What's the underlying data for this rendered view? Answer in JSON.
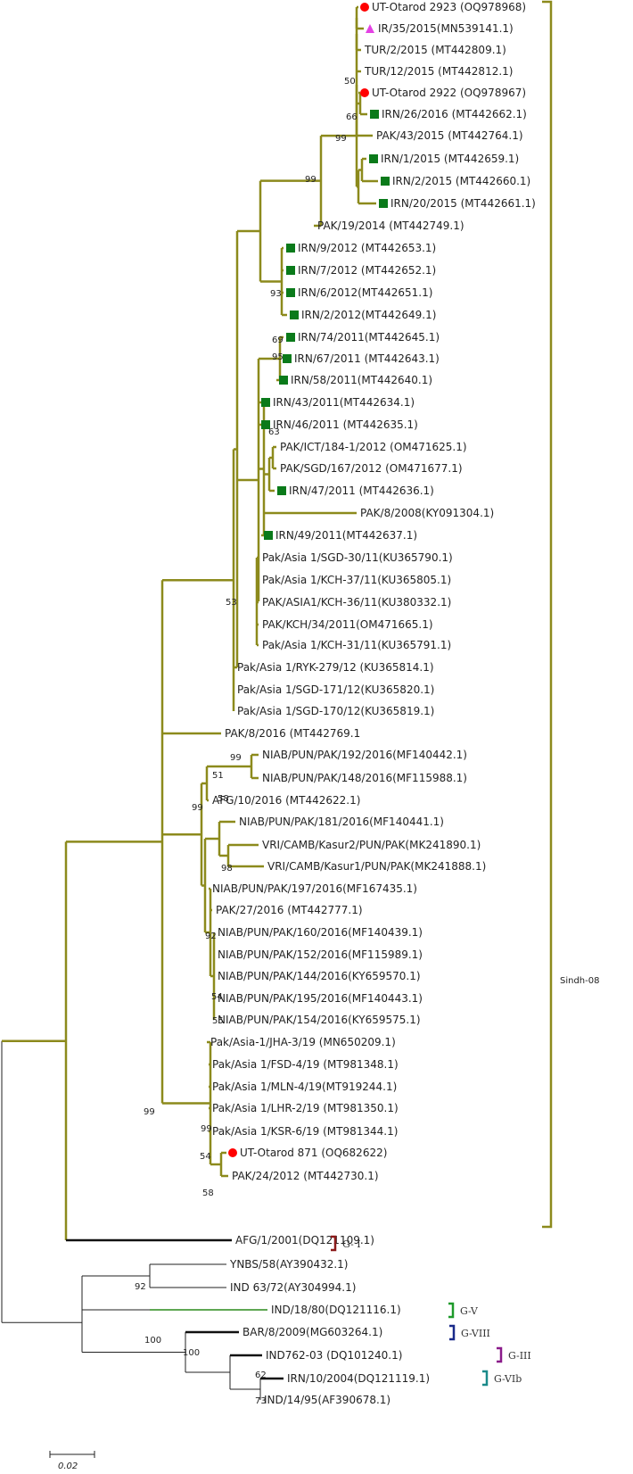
{
  "colors": {
    "olive": "#8c8a1c",
    "black": "#111111",
    "green": "#2a8a1a",
    "thin": "#222222",
    "red_circle": "#ff0000",
    "magenta_triangle": "#e442e4",
    "green_square": "#0a7a1a"
  },
  "tree": {
    "leaves": [
      {
        "label": "UT-Otarod 2923 (OQ978968)",
        "marker": "circle"
      },
      {
        "label": "IR/35/2015(MN539141.1)",
        "marker": "triangle"
      },
      {
        "label": "TUR/2/2015 (MT442809.1)",
        "marker": ""
      },
      {
        "label": "TUR/12/2015 (MT442812.1)",
        "marker": ""
      },
      {
        "label": "UT-Otarod 2922 (OQ978967)",
        "marker": "circle"
      },
      {
        "label": "IRN/26/2016 (MT442662.1)",
        "marker": "square"
      },
      {
        "label": "PAK/43/2015 (MT442764.1)",
        "marker": ""
      },
      {
        "label": "IRN/1/2015 (MT442659.1)",
        "marker": "square"
      },
      {
        "label": "IRN/2/2015 (MT442660.1)",
        "marker": "square"
      },
      {
        "label": "IRN/20/2015 (MT442661.1)",
        "marker": "square"
      },
      {
        "label": "PAK/19/2014 (MT442749.1)",
        "marker": ""
      },
      {
        "label": "IRN/9/2012 (MT442653.1)",
        "marker": "square"
      },
      {
        "label": "IRN/7/2012 (MT442652.1)",
        "marker": "square"
      },
      {
        "label": "IRN/6/2012(MT442651.1)",
        "marker": "square"
      },
      {
        "label": "IRN/2/2012(MT442649.1)",
        "marker": "square"
      },
      {
        "label": "IRN/74/2011(MT442645.1)",
        "marker": "square"
      },
      {
        "label": "IRN/67/2011 (MT442643.1)",
        "marker": "square"
      },
      {
        "label": "IRN/58/2011(MT442640.1)",
        "marker": "square"
      },
      {
        "label": "IRN/43/2011(MT442634.1)",
        "marker": "square"
      },
      {
        "label": "IRN/46/2011 (MT442635.1)",
        "marker": "square"
      },
      {
        "label": "PAK/ICT/184-1/2012 (OM471625.1)",
        "marker": ""
      },
      {
        "label": "PAK/SGD/167/2012 (OM471677.1)",
        "marker": ""
      },
      {
        "label": "IRN/47/2011 (MT442636.1)",
        "marker": "square"
      },
      {
        "label": "PAK/8/2008(KY091304.1)",
        "marker": ""
      },
      {
        "label": "IRN/49/2011(MT442637.1)",
        "marker": "square"
      },
      {
        "label": "Pak/Asia 1/SGD-30/11(KU365790.1)",
        "marker": ""
      },
      {
        "label": "Pak/Asia 1/KCH-37/11(KU365805.1)",
        "marker": ""
      },
      {
        "label": "PAK/ASIA1/KCH-36/11(KU380332.1)",
        "marker": ""
      },
      {
        "label": "PAK/KCH/34/2011(OM471665.1)",
        "marker": ""
      },
      {
        "label": "Pak/Asia 1/KCH-31/11(KU365791.1)",
        "marker": ""
      },
      {
        "label": "Pak/Asia 1/RYK-279/12 (KU365814.1)",
        "marker": ""
      },
      {
        "label": "Pak/Asia 1/SGD-171/12(KU365820.1)",
        "marker": ""
      },
      {
        "label": "Pak/Asia 1/SGD-170/12(KU365819.1)",
        "marker": ""
      },
      {
        "label": "PAK/8/2016 (MT442769.1",
        "marker": ""
      },
      {
        "label": "NIAB/PUN/PAK/192/2016(MF140442.1)",
        "marker": ""
      },
      {
        "label": "NIAB/PUN/PAK/148/2016(MF115988.1)",
        "marker": ""
      },
      {
        "label": "AFG/10/2016 (MT442622.1)",
        "marker": ""
      },
      {
        "label": "NIAB/PUN/PAK/181/2016(MF140441.1)",
        "marker": ""
      },
      {
        "label": "VRI/CAMB/Kasur2/PUN/PAK(MK241890.1)",
        "marker": ""
      },
      {
        "label": "VRI/CAMB/Kasur1/PUN/PAK(MK241888.1)",
        "marker": ""
      },
      {
        "label": "NIAB/PUN/PAK/197/2016(MF167435.1)",
        "marker": ""
      },
      {
        "label": "PAK/27/2016 (MT442777.1)",
        "marker": ""
      },
      {
        "label": "NIAB/PUN/PAK/160/2016(MF140439.1)",
        "marker": ""
      },
      {
        "label": "NIAB/PUN/PAK/152/2016(MF115989.1)",
        "marker": ""
      },
      {
        "label": "NIAB/PUN/PAK/144/2016(KY659570.1)",
        "marker": ""
      },
      {
        "label": "NIAB/PUN/PAK/195/2016(MF140443.1)",
        "marker": ""
      },
      {
        "label": "NIAB/PUN/PAK/154/2016(KY659575.1)",
        "marker": ""
      },
      {
        "label": "Pak/Asia-1/JHA-3/19 (MN650209.1)",
        "marker": ""
      },
      {
        "label": "Pak/Asia 1/FSD-4/19 (MT981348.1)",
        "marker": ""
      },
      {
        "label": "Pak/Asia 1/MLN-4/19(MT919244.1)",
        "marker": ""
      },
      {
        "label": "Pak/Asia 1/LHR-2/19 (MT981350.1)",
        "marker": ""
      },
      {
        "label": "Pak/Asia 1/KSR-6/19 (MT981344.1)",
        "marker": ""
      },
      {
        "label": "UT-Otarod 871 (OQ682622)",
        "marker": "circle"
      },
      {
        "label": "PAK/24/2012 (MT442730.1)",
        "marker": ""
      },
      {
        "label": "AFG/1/2001(DQ121109.1)",
        "marker": ""
      },
      {
        "label": "YNBS/58(AY390432.1)",
        "marker": ""
      },
      {
        "label": "IND 63/72(AY304994.1)",
        "marker": ""
      },
      {
        "label": "IND/18/80(DQ121116.1)",
        "marker": ""
      },
      {
        "label": "BAR/8/2009(MG603264.1)",
        "marker": ""
      },
      {
        "label": "IND762-03 (DQ101240.1)",
        "marker": ""
      },
      {
        "label": "IRN/10/2004(DQ121119.1)",
        "marker": ""
      },
      {
        "label": "IND/14/95(AF390678.1)",
        "marker": ""
      }
    ],
    "bootstrap": [
      "50",
      "66",
      "99",
      "99",
      "93",
      "69",
      "95",
      "63",
      "53",
      "99",
      "51",
      "99",
      "58",
      "98",
      "92",
      "54",
      "55",
      "99",
      "99",
      "54",
      "58",
      "92",
      "100",
      "100",
      "62",
      "73"
    ],
    "group_labels": [
      {
        "text": "Sindh-08",
        "color": "#8c8a1c"
      },
      {
        "text": "G- I",
        "color": "#8b1a1a"
      },
      {
        "text": "G-V",
        "color": "#1e9a2a"
      },
      {
        "text": "G-VIII",
        "color": "#1a2a8a"
      },
      {
        "text": "G-III",
        "color": "#8a1a8a"
      },
      {
        "text": "G-VIb",
        "color": "#1a8a8a"
      }
    ],
    "scale_label": "0.02"
  }
}
